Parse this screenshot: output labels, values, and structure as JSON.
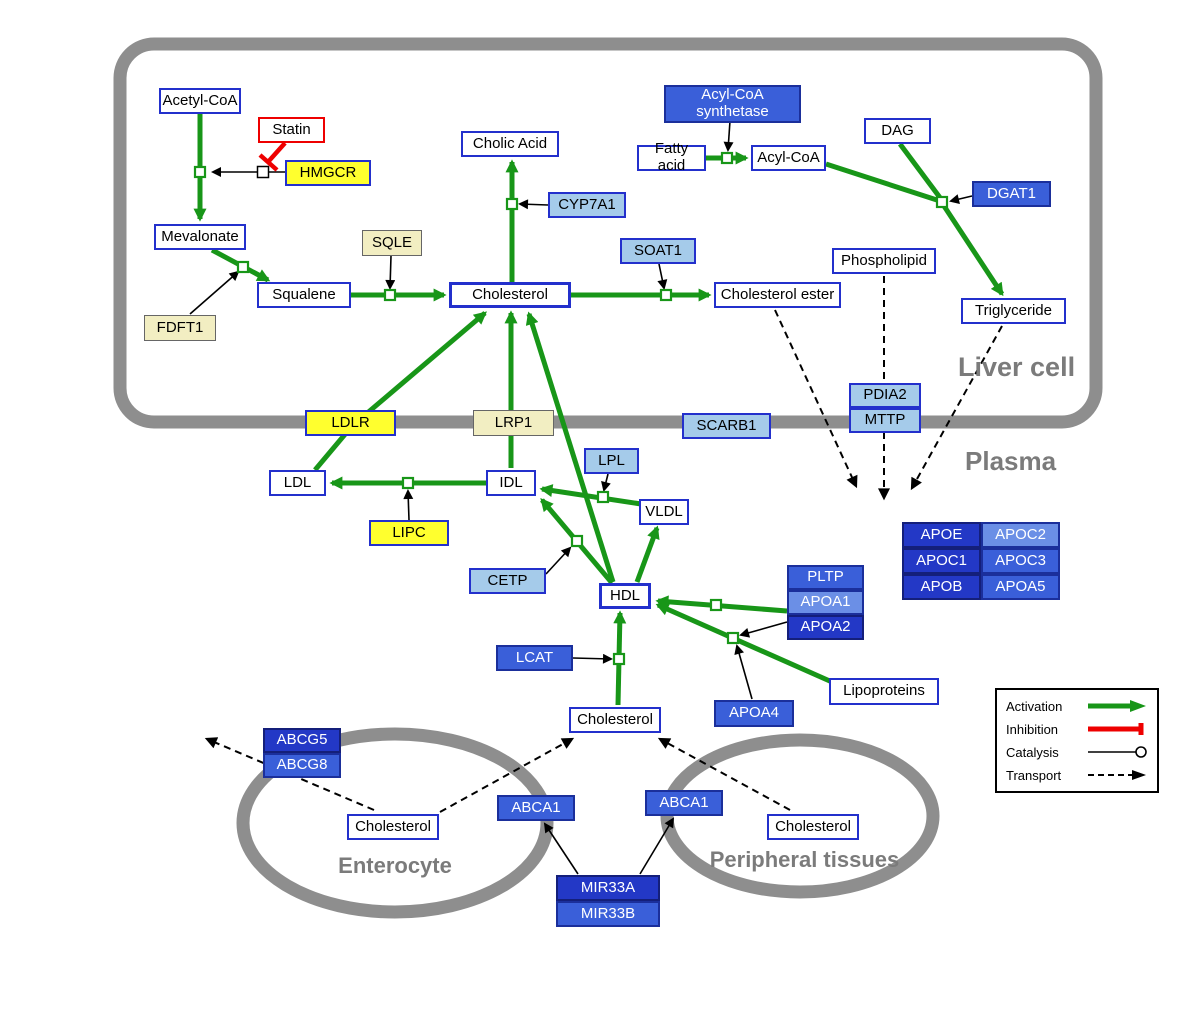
{
  "compartments": {
    "liver": "Liver cell",
    "plasma": "Plasma",
    "enterocyte": "Enterocyte",
    "peripheral": "Peripheral tissues"
  },
  "nodes": {
    "acetyl_coa": "Acetyl-CoA",
    "statin": "Statin",
    "hmgcr": "HMGCR",
    "mevalonate": "Mevalonate",
    "fdft1": "FDFT1",
    "squalene": "Squalene",
    "sqle": "SQLE",
    "cholesterol_liver": "Cholesterol",
    "cholic_acid": "Cholic Acid",
    "cyp7a1": "CYP7A1",
    "soat1": "SOAT1",
    "cholesterol_ester": "Cholesterol ester",
    "acyl_coa_synthetase": "Acyl-CoA synthetase",
    "fatty_acid": "Fatty acid",
    "acyl_coa": "Acyl-CoA",
    "dag": "DAG",
    "dgat1": "DGAT1",
    "phospholipid": "Phospholipid",
    "triglyceride": "Triglyceride",
    "pdia2": "PDIA2",
    "mttp": "MTTP",
    "ldlr": "LDLR",
    "lrp1": "LRP1",
    "scarb1": "SCARB1",
    "ldl": "LDL",
    "idl": "IDL",
    "lpl": "LPL",
    "vldl": "VLDL",
    "lipc": "LIPC",
    "cetp": "CETP",
    "hdl": "HDL",
    "pltp": "PLTP",
    "apoa1": "APOA1",
    "apoa2": "APOA2",
    "lcat": "LCAT",
    "apoa4": "APOA4",
    "lipoproteins": "Lipoproteins",
    "apoe": "APOE",
    "apoc2": "APOC2",
    "apoc1": "APOC1",
    "apoc3": "APOC3",
    "apob": "APOB",
    "apoa5": "APOA5",
    "cholesterol_plasma": "Cholesterol",
    "abcg5": "ABCG5",
    "abcg8": "ABCG8",
    "cholesterol_enterocyte": "Cholesterol",
    "abca1_enterocyte": "ABCA1",
    "abca1_peripheral": "ABCA1",
    "cholesterol_peripheral": "Cholesterol",
    "mir33a": "MIR33A",
    "mir33b": "MIR33B"
  },
  "legend": {
    "activation": "Activation",
    "inhibition": "Inhibition",
    "catalysis": "Catalysis",
    "transport": "Transport"
  },
  "colors": {
    "activation_green": "#189618",
    "inhibition_red": "#ee0000",
    "membrane_gray": "#8e8e8e",
    "node_border_blue": "#2330cc",
    "gene_blue": "#3a5fd9",
    "gene_dark_blue": "#2338c6",
    "gene_light_blue": "#a5cbea",
    "gene_pale_blue": "#6b8fe6",
    "gene_yellow": "#ffff2e",
    "gene_pale_yellow": "#f2eec2"
  }
}
